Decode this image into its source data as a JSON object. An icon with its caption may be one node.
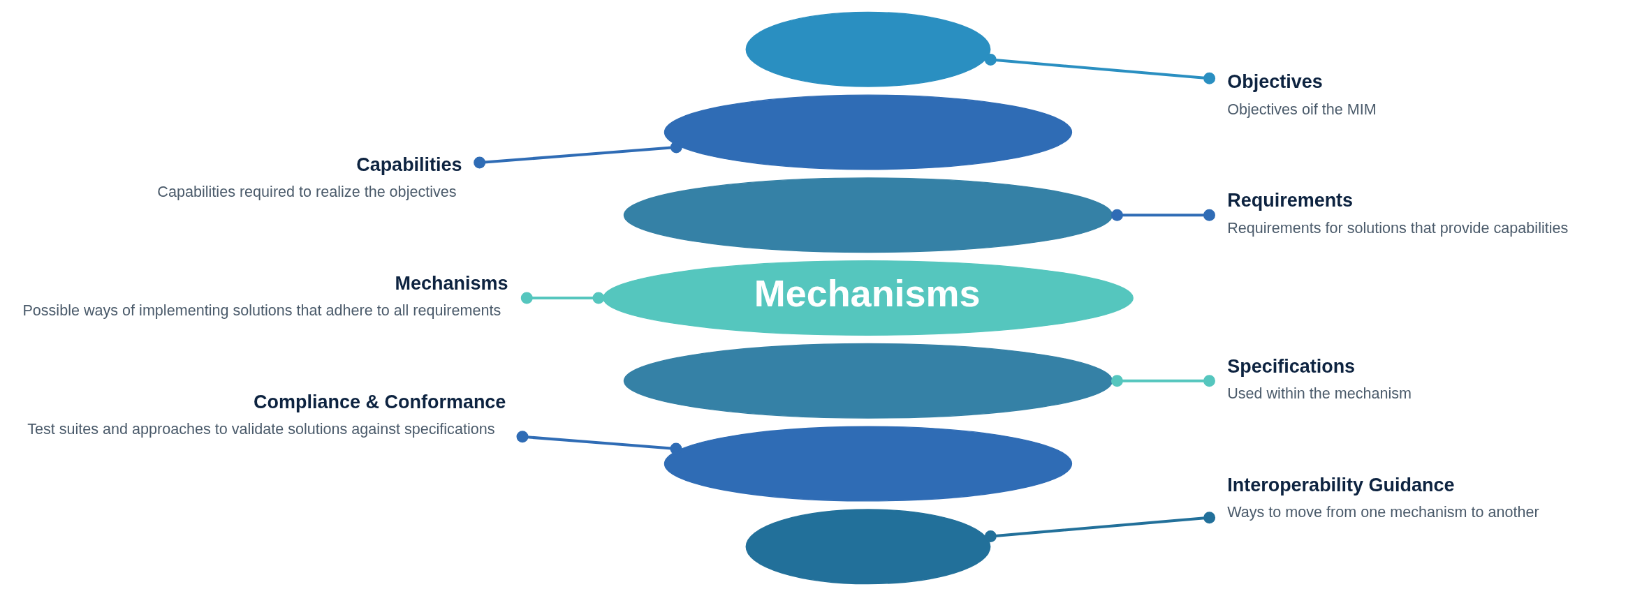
{
  "diagram": {
    "nodes": [
      {
        "text": [],
        "shape": "ellipse"
      },
      {
        "text": [],
        "shape": "ellipse"
      },
      {
        "text": [],
        "shape": "ellipse"
      },
      {
        "text": [
          "Mechanisms"
        ]
      },
      {
        "text": [],
        "shape": "ellipse"
      },
      {
        "text": [],
        "shape": "ellipse"
      },
      {
        "text": [],
        "shape": "ellipse"
      },
      {
        "text": [
          "Objectives",
          "Objectives oif the MIM"
        ]
      },
      {
        "text": [
          "Capabilities",
          "Capabilities required to realize the objectives"
        ]
      },
      {
        "text": [
          "Requirements",
          "Requirements for solutions that provide capabilities"
        ]
      },
      {
        "text": [
          "Mechanisms",
          "Possible ways of implementing solutions that adhere to all requirements"
        ]
      },
      {
        "text": [
          "Specifications",
          "Used within the mechanism"
        ]
      },
      {
        "text": [
          "Compliance & Conformance",
          "Test suites and approaches to validate solutions against specifications"
        ]
      },
      {
        "text": [
          "Interoperability Guidance",
          "Ways to move from one mechanism to another"
        ]
      }
    ],
    "edges": [
      {
        "from": 7,
        "to": 0,
        "arrow": "other",
        "color": "#2a8fc1"
      },
      {
        "from": 8,
        "to": 1,
        "arrow": "other"
      },
      {
        "from": 9,
        "to": 2,
        "arrow": "other"
      },
      {
        "from": 10,
        "to": 3,
        "arrow": "other",
        "color": "#55c6be"
      },
      {
        "from": 11,
        "to": 4,
        "arrow": "other",
        "color": "#55c6be"
      },
      {
        "from": 12,
        "to": 5,
        "arrow": "other"
      },
      {
        "from": 13,
        "to": 6,
        "arrow": "other",
        "color": "#22709a"
      }
    ]
  }
}
